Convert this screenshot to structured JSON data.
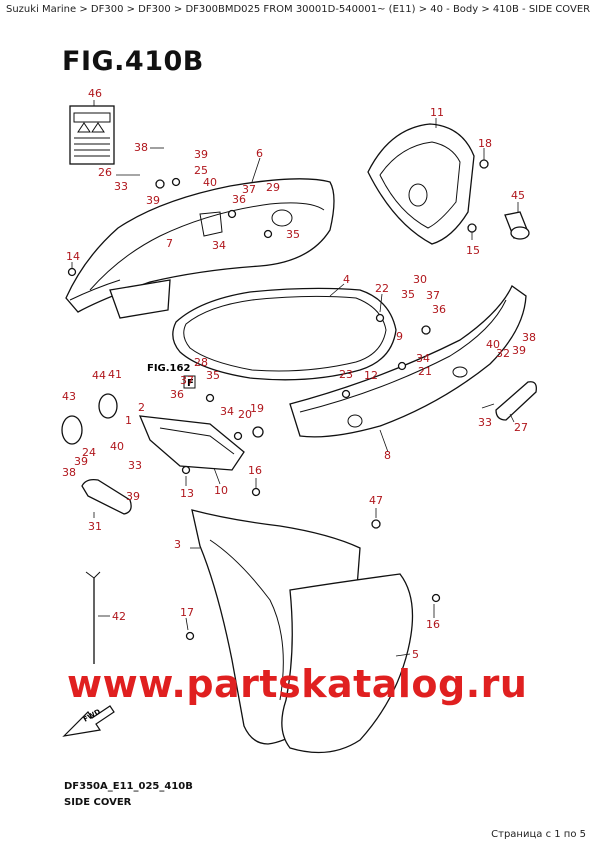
{
  "breadcrumb": "Suzuki Marine > DF300 > DF300 > DF300BMD025 FROM 30001D-540001~ (E11) > 40 - Body > 410B - SIDE COVER",
  "figure_title": "FIG.410B",
  "drawing_code": "DF350A_E11_025_410B",
  "subtitle": "SIDE COVER",
  "watermark": "www.partskatalog.ru",
  "pager": "Страница с 1 по 5",
  "ref_box": {
    "title": "FIG.162",
    "code": "F"
  },
  "fwd_label": "FWD",
  "colors": {
    "callout": "#b0161c",
    "watermark": "#e02020",
    "line": "#111111"
  },
  "callouts": [
    "46",
    "11",
    "18",
    "38",
    "39",
    "25",
    "6",
    "26",
    "33",
    "40",
    "37",
    "29",
    "39",
    "36",
    "7",
    "34",
    "35",
    "45",
    "14",
    "15",
    "4",
    "22",
    "30",
    "35",
    "37",
    "36",
    "9",
    "34",
    "21",
    "12",
    "23",
    "40",
    "32",
    "39",
    "38",
    "28",
    "35",
    "37",
    "36",
    "44",
    "41",
    "43",
    "2",
    "1",
    "34",
    "20",
    "19",
    "40",
    "24",
    "39",
    "38",
    "33",
    "39",
    "13",
    "10",
    "16",
    "33",
    "27",
    "8",
    "31",
    "47",
    "3",
    "42",
    "17",
    "16",
    "5"
  ]
}
